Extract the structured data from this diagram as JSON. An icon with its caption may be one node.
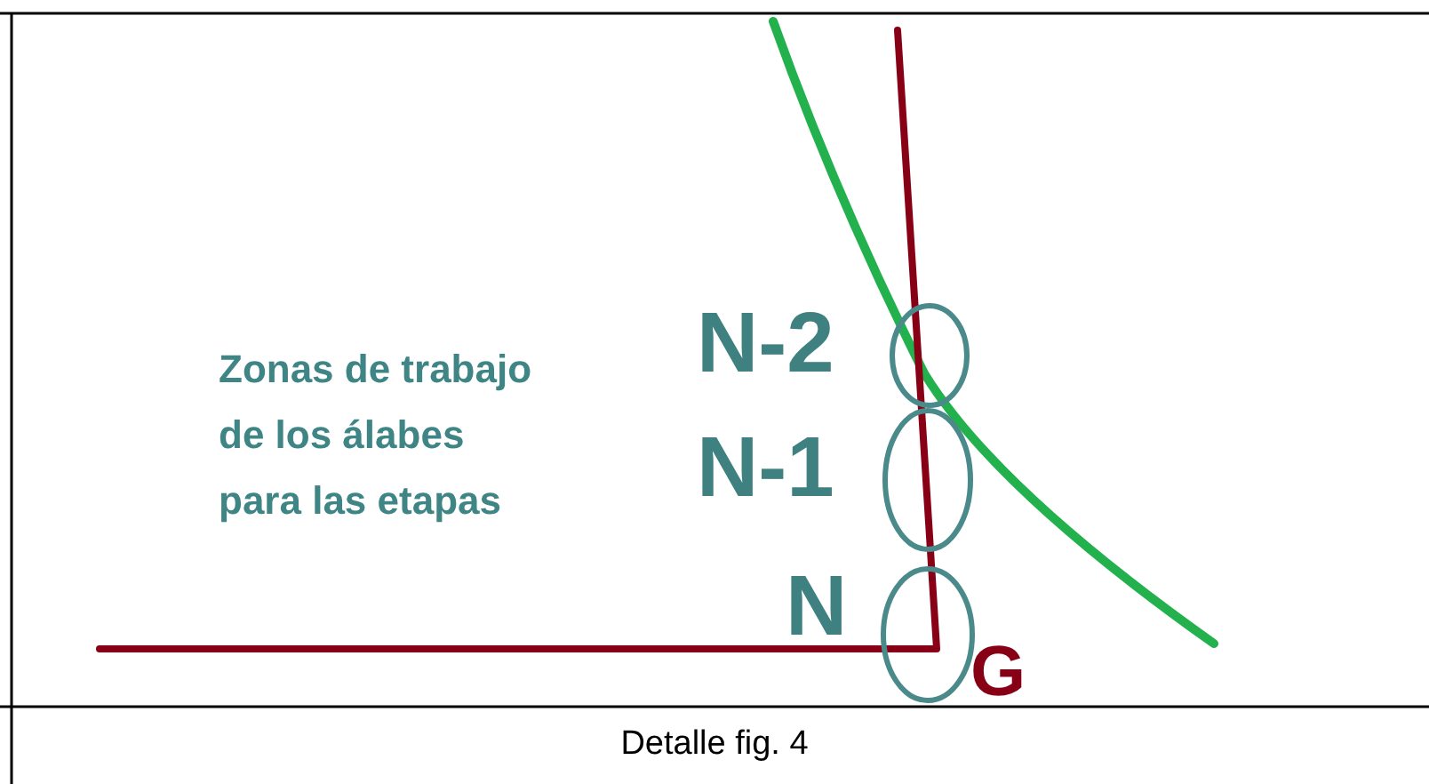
{
  "diagram": {
    "caption": "Detalle fig. 4",
    "labels": [
      "Zonas de trabajo de los álabes para las etapas",
      "N-2",
      "N-1",
      "N",
      "G"
    ]
  }
}
